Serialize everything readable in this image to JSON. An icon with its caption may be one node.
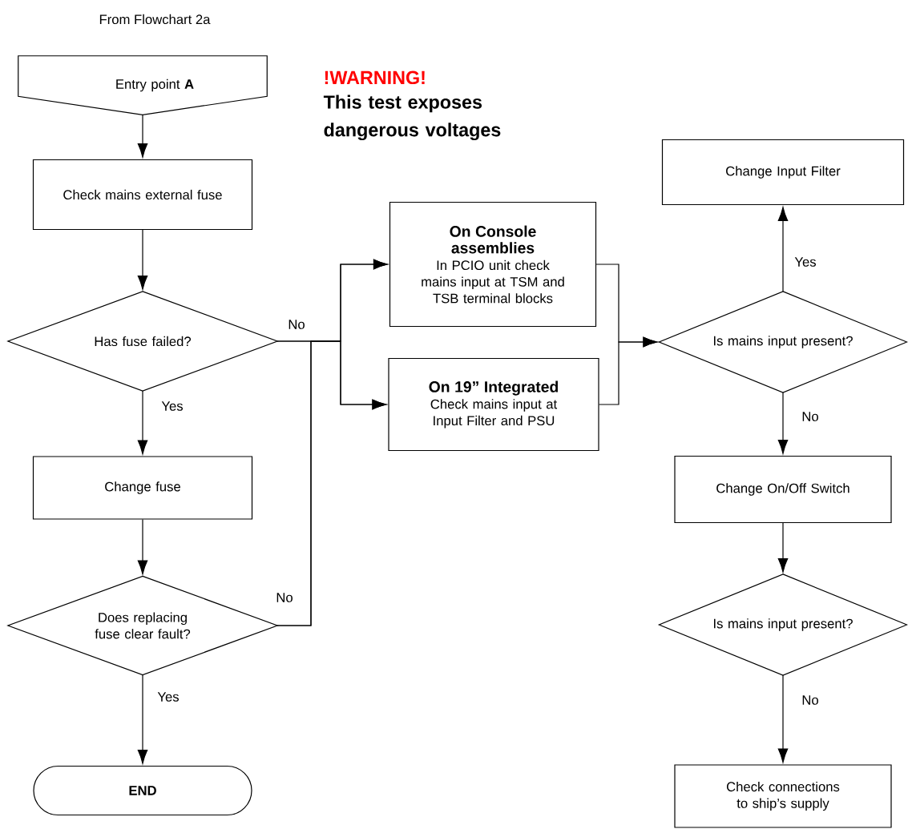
{
  "diagram": {
    "nodes": [
      {
        "text": [
          "Entry point **A**"
        ],
        "beside": [
          "From Flowchart 2a"
        ]
      },
      {
        "text": [
          "Check mains external fuse"
        ]
      },
      {
        "text": [
          "Has fuse failed?"
        ]
      },
      {
        "text": [
          "Change fuse"
        ]
      },
      {
        "text": [
          "Does replacing fuse clear fault?"
        ]
      },
      {
        "text": [
          "END"
        ]
      },
      {
        "text": [
          "On Console assemblies",
          "In PCIO unit check mains input at TSM and TSB terminal blocks"
        ]
      },
      {
        "text": [
          "On 19” Integrated",
          "Check mains input at Input Filter and PSU"
        ]
      },
      {
        "text": [
          "Is mains input present?"
        ]
      },
      {
        "text": [
          "Change Input Filter"
        ]
      },
      {
        "text": [
          "Change On/Off Switch"
        ]
      },
      {
        "text": [
          "Is mains input present?"
        ]
      },
      {
        "text": [
          "Check connections to ship’s supply"
        ]
      }
    ],
    "edges": [
      {
        "from": 0,
        "to": 1,
        "arrow": "to"
      },
      {
        "from": 1,
        "to": 2,
        "arrow": "to"
      },
      {
        "from": 2,
        "to": 3,
        "arrow": "to",
        "label": "Yes"
      },
      {
        "from": 3,
        "to": 4,
        "arrow": "to"
      },
      {
        "from": 4,
        "to": 5,
        "arrow": "to",
        "label": "Yes"
      },
      {
        "from": 2,
        "to": 6,
        "arrow": "to",
        "label": "No"
      },
      {
        "from": 2,
        "to": 7,
        "arrow": "to"
      },
      {
        "from": 4,
        "to": 6,
        "arrow": "to",
        "label": "No"
      },
      {
        "from": 4,
        "to": 7,
        "arrow": "to"
      },
      {
        "from": 6,
        "to": 8,
        "arrow": "to"
      },
      {
        "from": 7,
        "to": 8,
        "arrow": "to"
      },
      {
        "from": 8,
        "to": 9,
        "arrow": "to",
        "label": "Yes"
      },
      {
        "from": 8,
        "to": 10,
        "arrow": "to",
        "label": "No"
      },
      {
        "from": 10,
        "to": 11,
        "arrow": "to"
      },
      {
        "from": 11,
        "to": 12,
        "arrow": "to",
        "label": "No"
      }
    ],
    "labels": [
      "!WARNING!",
      "This test exposes dangerous voltages"
    ]
  }
}
